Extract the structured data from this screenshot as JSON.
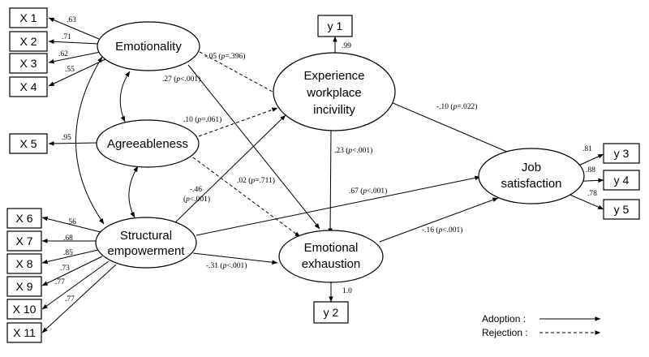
{
  "latent_nodes": {
    "emotionality": {
      "lines": [
        "Emotionality"
      ]
    },
    "agreeableness": {
      "lines": [
        "Agreeableness"
      ]
    },
    "structural_empowerment": {
      "lines": [
        "Structural",
        "empowerment"
      ]
    },
    "workplace_incivility": {
      "lines": [
        "Experience",
        "workplace",
        "incivility"
      ]
    },
    "emotional_exhaustion": {
      "lines": [
        "Emotional",
        "exhaustion"
      ]
    },
    "job_satisfaction": {
      "lines": [
        "Job",
        "satisfaction"
      ]
    }
  },
  "indicators": {
    "x1": "X 1",
    "x2": "X 2",
    "x3": "X 3",
    "x4": "X 4",
    "x5": "X 5",
    "x6": "X 6",
    "x7": "X 7",
    "x8": "X 8",
    "x9": "X 9",
    "x10": "X 10",
    "x11": "X 11",
    "y1": "y 1",
    "y2": "y 2",
    "y3": "y 3",
    "y4": "y 4",
    "y5": "y 5"
  },
  "loadings": {
    "x1": ".63",
    "x2": ".71",
    "x3": ".62",
    "x4": ".55",
    "x5": ".95",
    "x6": ".56",
    "x7": ".68",
    "x8": ".85",
    "x9": ".73",
    "x10": ".77",
    "x11": ".77",
    "y1": ".99",
    "y2": "1.0",
    "y3": ".81",
    "y4": ".88",
    "y5": ".78"
  },
  "paths": [
    {
      "id": "emo-to-incivility",
      "coef": "-.05 (",
      "p": "p",
      "tail": "=.396)",
      "status": "rejection"
    },
    {
      "id": "emo-to-exhaustion",
      "coef": ".27 (",
      "p": "p",
      "tail": "<.001)",
      "status": "adoption"
    },
    {
      "id": "agr-to-incivility",
      "coef": ".10 (",
      "p": "p",
      "tail": "=.061)",
      "status": "rejection"
    },
    {
      "id": "agr-to-exhaustion",
      "coef": ".02 (",
      "p": "p",
      "tail": "=.711)",
      "status": "rejection"
    },
    {
      "id": "str-to-incivility",
      "coef": "-.46",
      "coef2a": "(",
      "p": "p",
      "tail": "<.001)",
      "status": "adoption"
    },
    {
      "id": "str-to-satisfaction",
      "coef": ".67 (",
      "p": "p",
      "tail": "<.001)",
      "status": "adoption"
    },
    {
      "id": "str-to-exhaustion",
      "coef": "-.31 (",
      "p": "p",
      "tail": "<.001)",
      "status": "adoption"
    },
    {
      "id": "incivility-to-satisfaction",
      "coef": "-.10 (",
      "p": "p",
      "tail": "=.022)",
      "status": "adoption"
    },
    {
      "id": "incivility-to-exhaustion",
      "coef": ".23 (",
      "p": "p",
      "tail": "<.001)",
      "status": "adoption"
    },
    {
      "id": "exhaustion-to-satisfaction",
      "coef": "-.16 (",
      "p": "p",
      "tail": "<.001)",
      "status": "adoption"
    }
  ],
  "legend": {
    "adoption": "Adoption :",
    "rejection": "Rejection :"
  }
}
